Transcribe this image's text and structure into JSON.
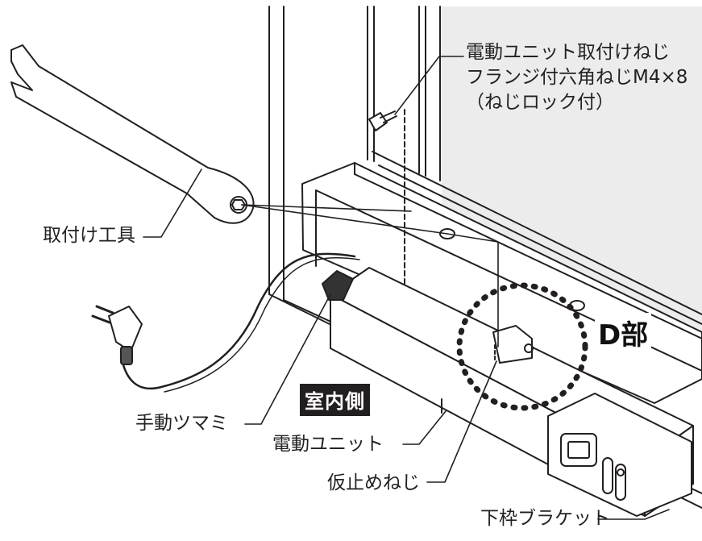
{
  "labels": {
    "screw_line1": "電動ユニット取付けねじ",
    "screw_line2": "フランジ付六角ねじM4×8",
    "screw_line3": "（ねじロック付）",
    "tool": "取付け工具",
    "indoor": "室内側",
    "knob": "手動ツマミ",
    "unit": "電動ユニット",
    "temp_screw": "仮止めねじ",
    "bracket": "下枠ブラケット",
    "detail": "D部"
  },
  "colors": {
    "line": "#231f20",
    "glass": "#ececec",
    "badge_bg": "#231f20"
  }
}
